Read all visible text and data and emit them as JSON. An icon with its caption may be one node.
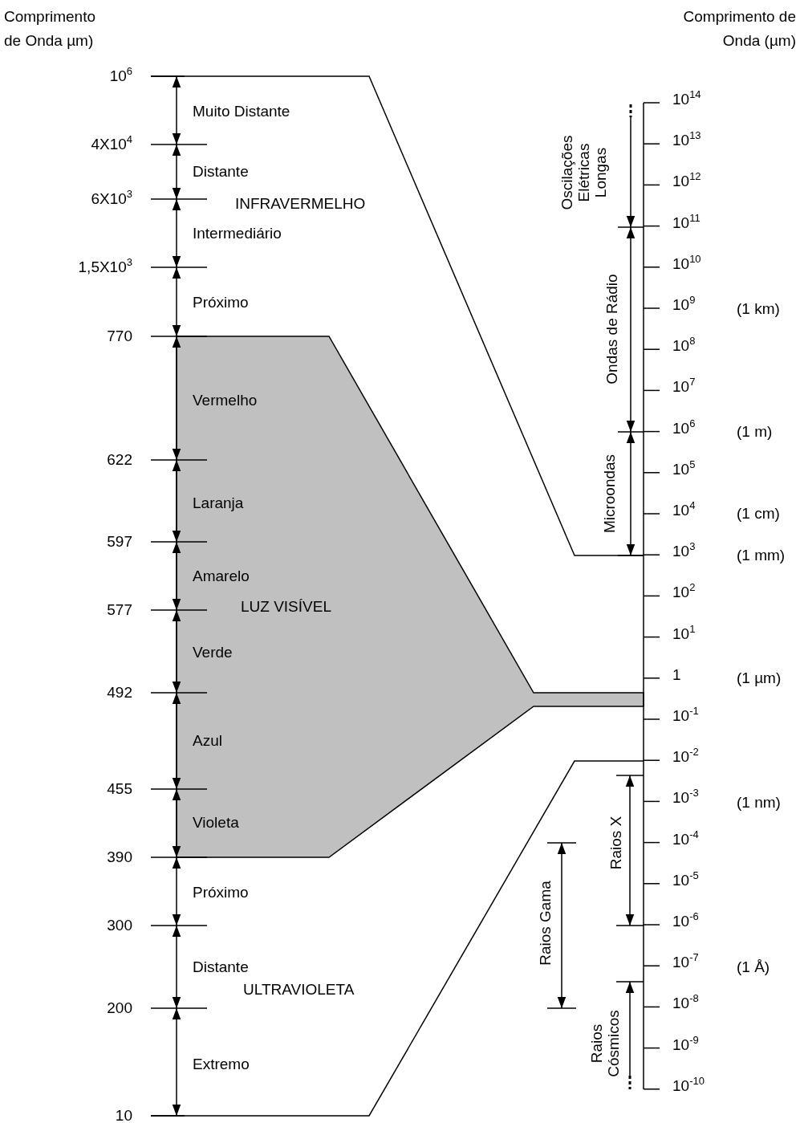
{
  "diagram": {
    "labels": [
      "Comprimento de Onda µm)",
      "Comprimento de Onda (µm)",
      "10$^{6}$",
      "4X10$^{4}$",
      "6X10$^{3}$",
      "1,5X10$^{3}$",
      "770",
      "622",
      "597",
      "577",
      "492",
      "455",
      "390",
      "300",
      "200",
      "10",
      "Muito Distante",
      "Distante",
      "Intermediário",
      "Próximo",
      "Vermelho",
      "Laranja",
      "Amarelo",
      "Verde",
      "Azul",
      "Violeta",
      "Próximo",
      "Distante",
      "Extremo",
      "INFRAVERMELHO",
      "LUZ VISÍVEL",
      "ULTRAVIOLETA",
      "10$^{14}$",
      "10$^{13}$",
      "10$^{12}$",
      "10$^{11}$",
      "10$^{10}$",
      "10$^{9}$",
      "10$^{8}$",
      "10$^{7}$",
      "10$^{6}$",
      "10$^{5}$",
      "10$^{4}$",
      "10$^{3}$",
      "10$^{2}$",
      "10$^{1}$",
      "1",
      "10$^{-1}$",
      "10$^{-2}$",
      "10$^{-3}$",
      "10$^{-4}$",
      "10$^{-5}$",
      "10$^{-6}$",
      "10$^{-7}$",
      "10$^{-8}$",
      "10$^{-9}$",
      "10$^{-10}$",
      "(1 km)",
      "(1 m)",
      "(1 cm)",
      "(1 mm)",
      "(1 µm)",
      "(1 nm)",
      "(1 Å)",
      "Oscilações Elétricas Longas",
      "Ondas de Rádio",
      "Microondas",
      "Raios X",
      "Raios Gama",
      "Raios Cósmicos"
    ]
  }
}
